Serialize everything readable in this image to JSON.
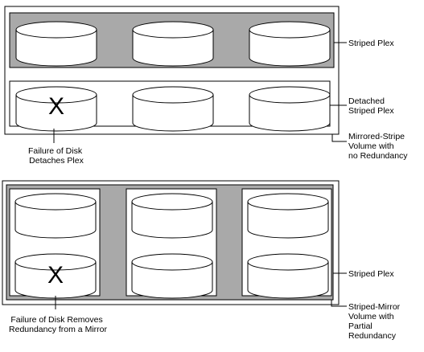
{
  "diagrams": [
    {
      "callouts": [
        {
          "lines": [
            "Striped Plex"
          ]
        },
        {
          "lines": [
            "Detached",
            "Striped Plex"
          ]
        },
        {
          "lines": [
            "Mirrored-Stripe",
            "Volume with",
            "no Redundancy"
          ]
        }
      ],
      "failure_note": {
        "lines": [
          "Failure of Disk",
          "Detaches Plex"
        ]
      },
      "failed_disk_mark": "X"
    },
    {
      "callouts": [
        {
          "lines": [
            "Striped Plex"
          ]
        },
        {
          "lines": [
            "Striped-Mirror",
            "Volume with",
            "Partial",
            "Redundancy"
          ]
        }
      ],
      "failure_note": {
        "lines": [
          "Failure of Disk Removes",
          "Redundancy from a Mirror"
        ]
      },
      "failed_disk_mark": "X"
    }
  ],
  "colors": {
    "plex_fill": "#a9a9a9",
    "disk_fill": "#ffffff",
    "line": "#000000"
  }
}
